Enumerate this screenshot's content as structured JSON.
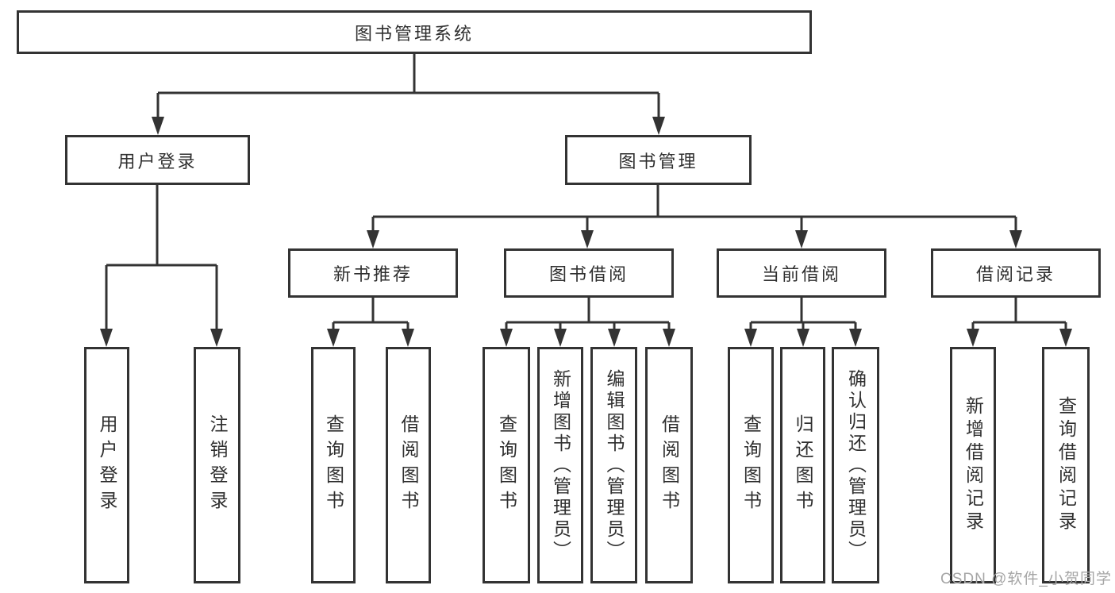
{
  "root": {
    "label": "图书管理系统"
  },
  "branches": [
    {
      "label": "用户登录",
      "children": [
        {
          "label": "用户登录"
        },
        {
          "label": "注销登录"
        }
      ]
    },
    {
      "label": "图书管理",
      "children": [
        {
          "label": "新书推荐",
          "children": [
            {
              "label": "查询图书"
            },
            {
              "label": "借阅图书"
            }
          ]
        },
        {
          "label": "图书借阅",
          "children": [
            {
              "label": "查询图书"
            },
            {
              "label": "新增图书（管理员）"
            },
            {
              "label": "编辑图书（管理员）"
            },
            {
              "label": "借阅图书"
            }
          ]
        },
        {
          "label": "当前借阅",
          "children": [
            {
              "label": "查询图书"
            },
            {
              "label": "归还图书"
            },
            {
              "label": "确认归还（管理员）"
            }
          ]
        },
        {
          "label": "借阅记录",
          "children": [
            {
              "label": "新增借阅记录"
            },
            {
              "label": "查询借阅记录"
            }
          ]
        }
      ]
    }
  ],
  "watermark": "CSDN @软件_小贺同学",
  "colors": {
    "line": "#333333",
    "box_border": "#333333",
    "box_fill": "#ffffff",
    "watermark": "#a6a6a6"
  }
}
